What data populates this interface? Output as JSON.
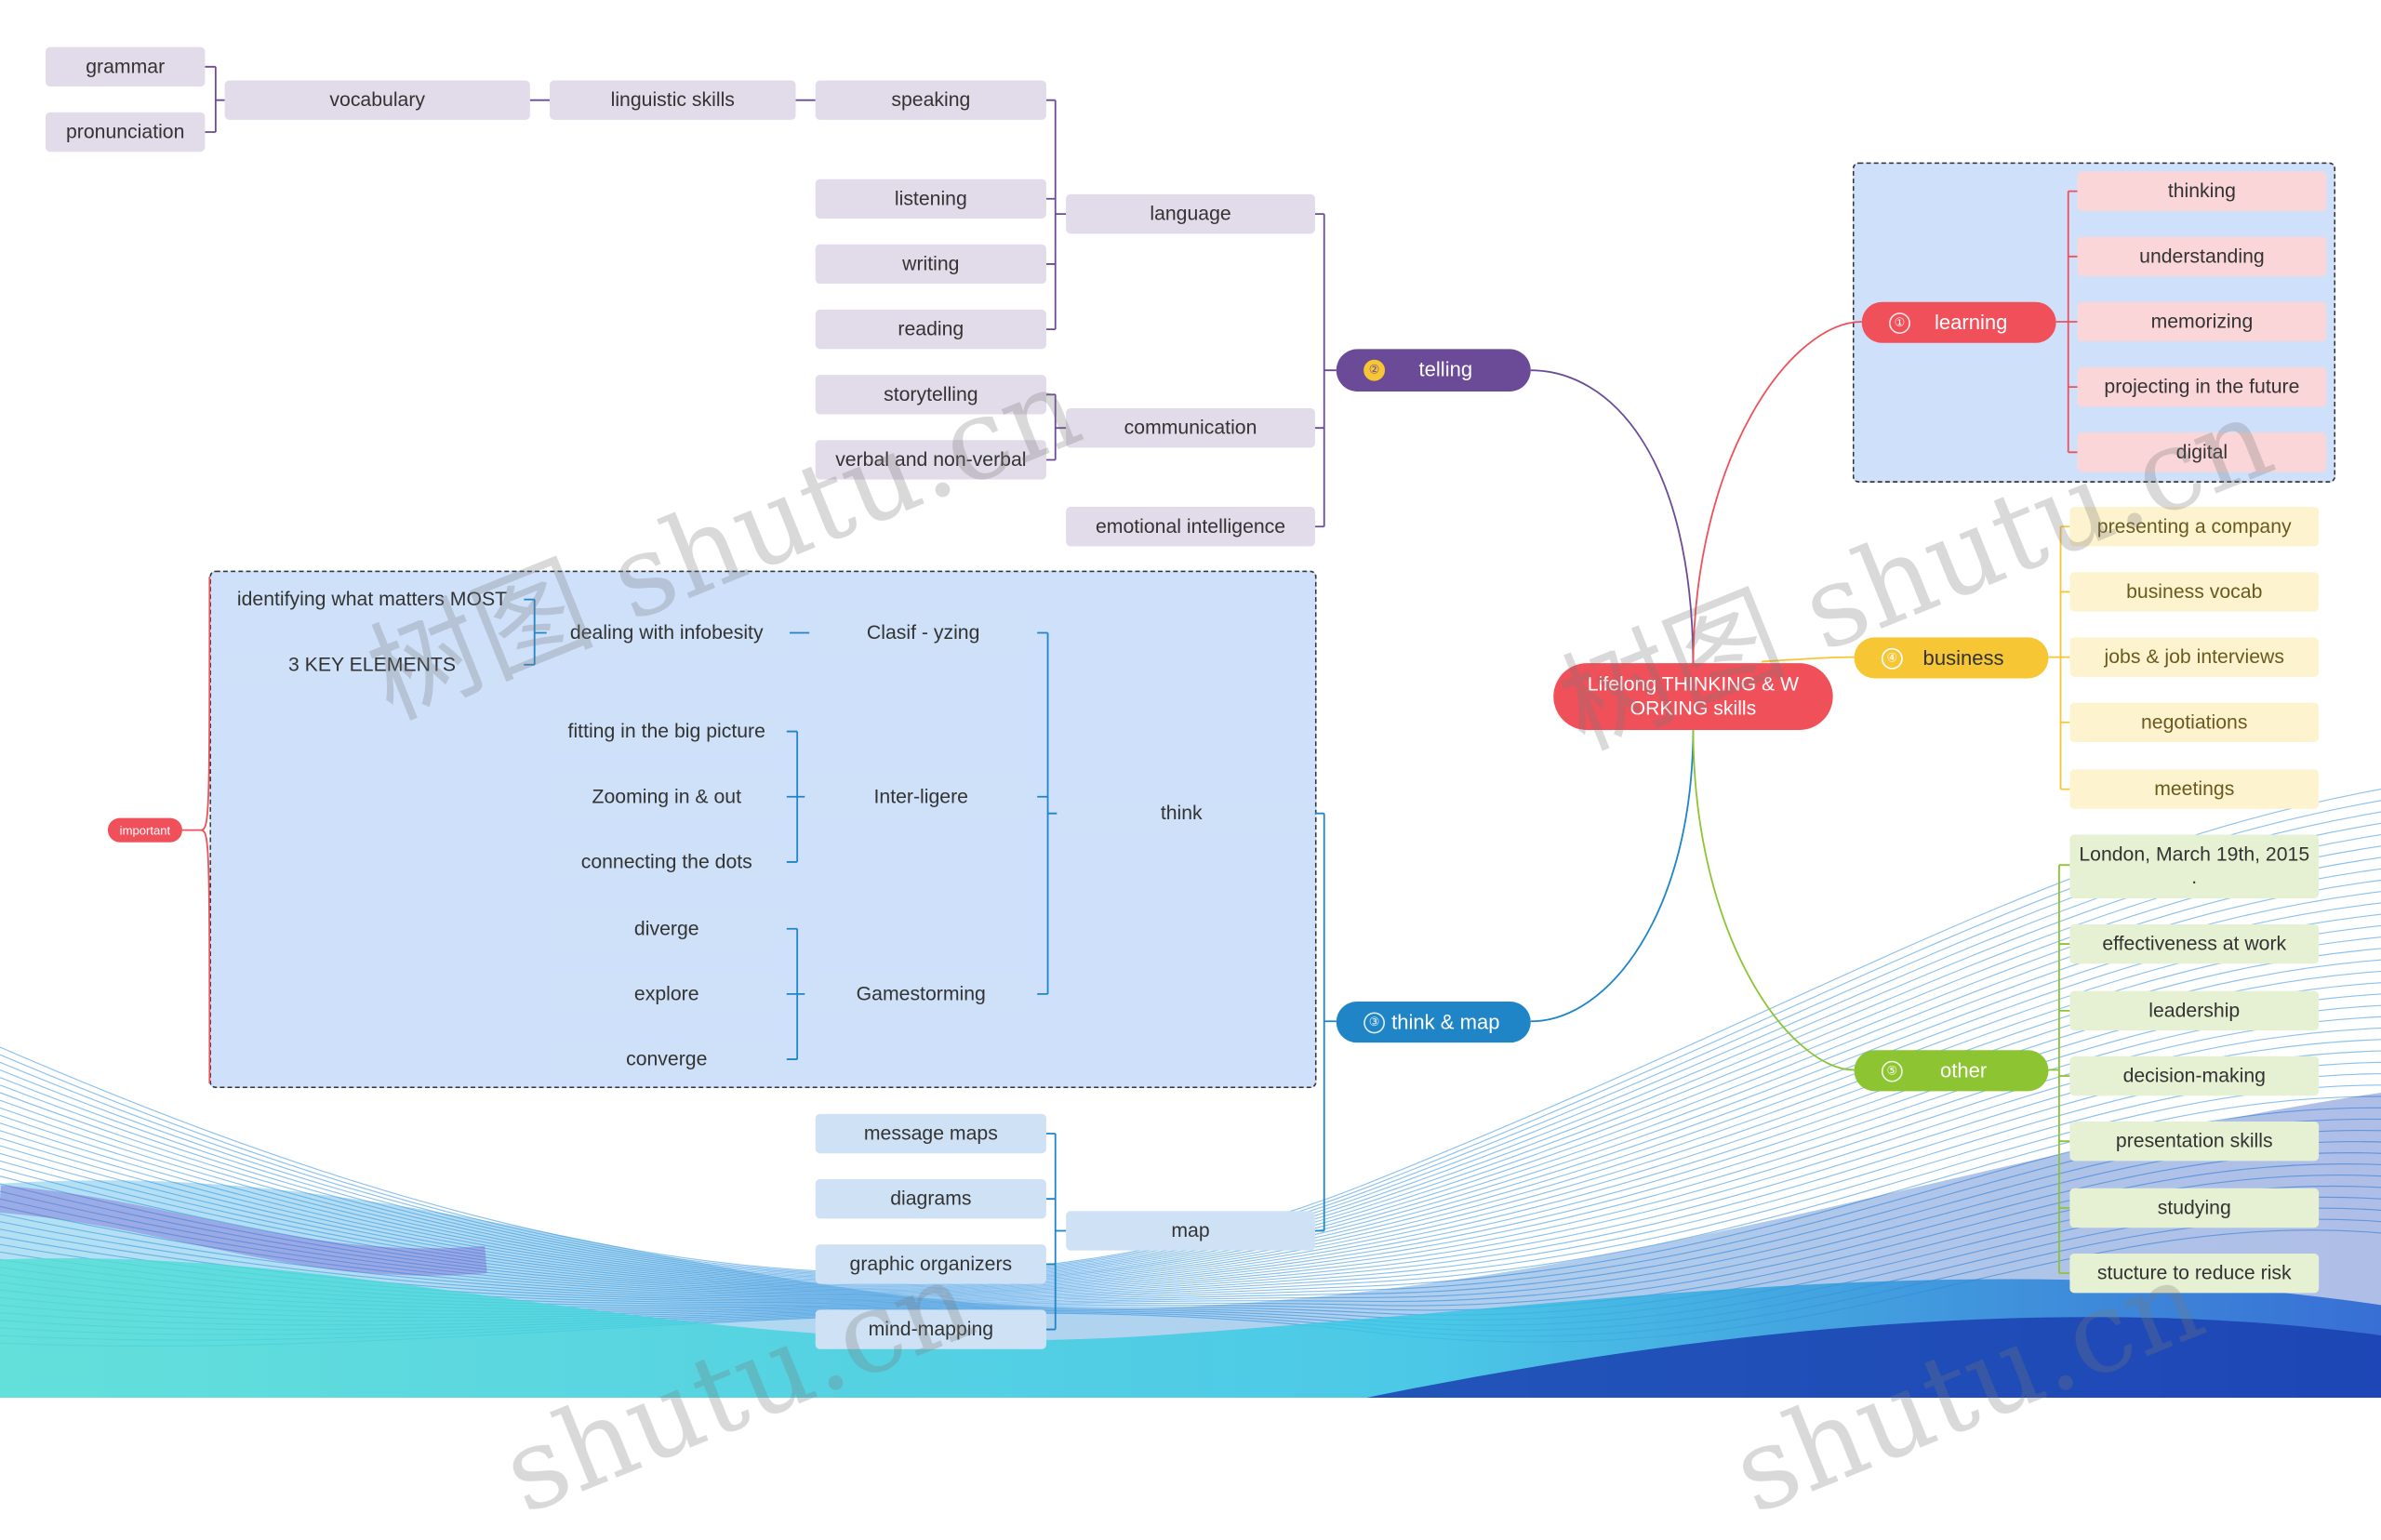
{
  "root": {
    "label": "Lifelong THINKING & W ORKING skills"
  },
  "colors": {
    "root": "#f0505a",
    "learning": "#f0505a",
    "telling": "#6b4a97",
    "think_map": "#1f85c7",
    "business": "#f7c635",
    "other": "#8cc531"
  },
  "branches": {
    "learning": {
      "number": "①",
      "label": "learning",
      "items": [
        "thinking",
        "understanding",
        "memorizing",
        "projecting in the future",
        "digital"
      ]
    },
    "telling": {
      "number": "②",
      "label": "telling",
      "language": {
        "label": "language",
        "speaking": "speaking",
        "linguistic_skills": "linguistic skills",
        "vocabulary": "vocabulary",
        "grammar": "grammar",
        "pronunciation": "pronunciation",
        "listening": "listening",
        "writing": "writing",
        "reading": "reading"
      },
      "communication": {
        "label": "communication",
        "storytelling": "storytelling",
        "verbal": "verbal and non-verbal"
      },
      "emotional": "emotional intelligence"
    },
    "think_map": {
      "number": "③",
      "label": "think & map",
      "think": {
        "label": "think",
        "clasif": "Clasif - yzing",
        "infobesity": "dealing with infobesity",
        "matters": "identifying what matters MOST",
        "key_elements": "3 KEY ELEMENTS",
        "interligere": "Inter-ligere",
        "big_picture": "fitting in the big picture",
        "zooming": "Zooming in & out",
        "dots": "connecting the dots",
        "gamestorming": "Gamestorming",
        "diverge": "diverge",
        "explore": "explore",
        "converge": "converge",
        "important": "important"
      },
      "map": {
        "label": "map",
        "items": [
          "message maps",
          "diagrams",
          "graphic organizers",
          "mind-mapping"
        ]
      }
    },
    "business": {
      "number": "④",
      "label": "business",
      "items": [
        "presenting a company",
        "business vocab",
        "jobs & job interviews",
        "negotiations",
        "meetings"
      ]
    },
    "other": {
      "number": "⑤",
      "label": "other",
      "date": "London, March 19th, 2015",
      "date_suffix": ".",
      "items": [
        "effectiveness at work",
        "leadership",
        "decision-making",
        "presentation skills",
        "studying",
        "stucture to reduce risk"
      ]
    }
  },
  "watermarks": [
    "树图 shutu.cn",
    "树图 shutu.cn",
    "shutu.cn",
    "shutu.cn"
  ]
}
